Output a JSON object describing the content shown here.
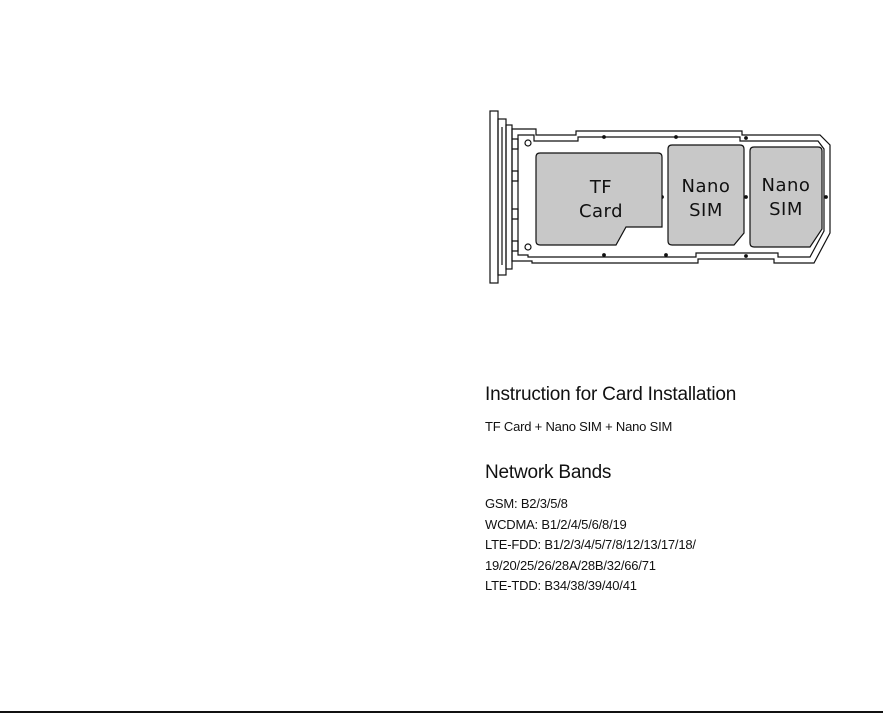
{
  "tray": {
    "slots": [
      {
        "line1": "TF",
        "line2": "Card"
      },
      {
        "line1": "Nano",
        "line2": "SIM"
      },
      {
        "line1": "Nano",
        "line2": "SIM"
      }
    ]
  },
  "installation": {
    "heading": "Instruction for Card Installation",
    "text": "TF Card + Nano SIM + Nano SIM"
  },
  "network": {
    "heading": "Network Bands",
    "lines": [
      "GSM: B2/3/5/8",
      "WCDMA: B1/2/4/5/6/8/19",
      "LTE-FDD: B1/2/3/4/5/7/8/12/13/17/18/",
      "19/20/25/26/28A/28B/32/66/71",
      "LTE-TDD: B34/38/39/40/41"
    ]
  }
}
